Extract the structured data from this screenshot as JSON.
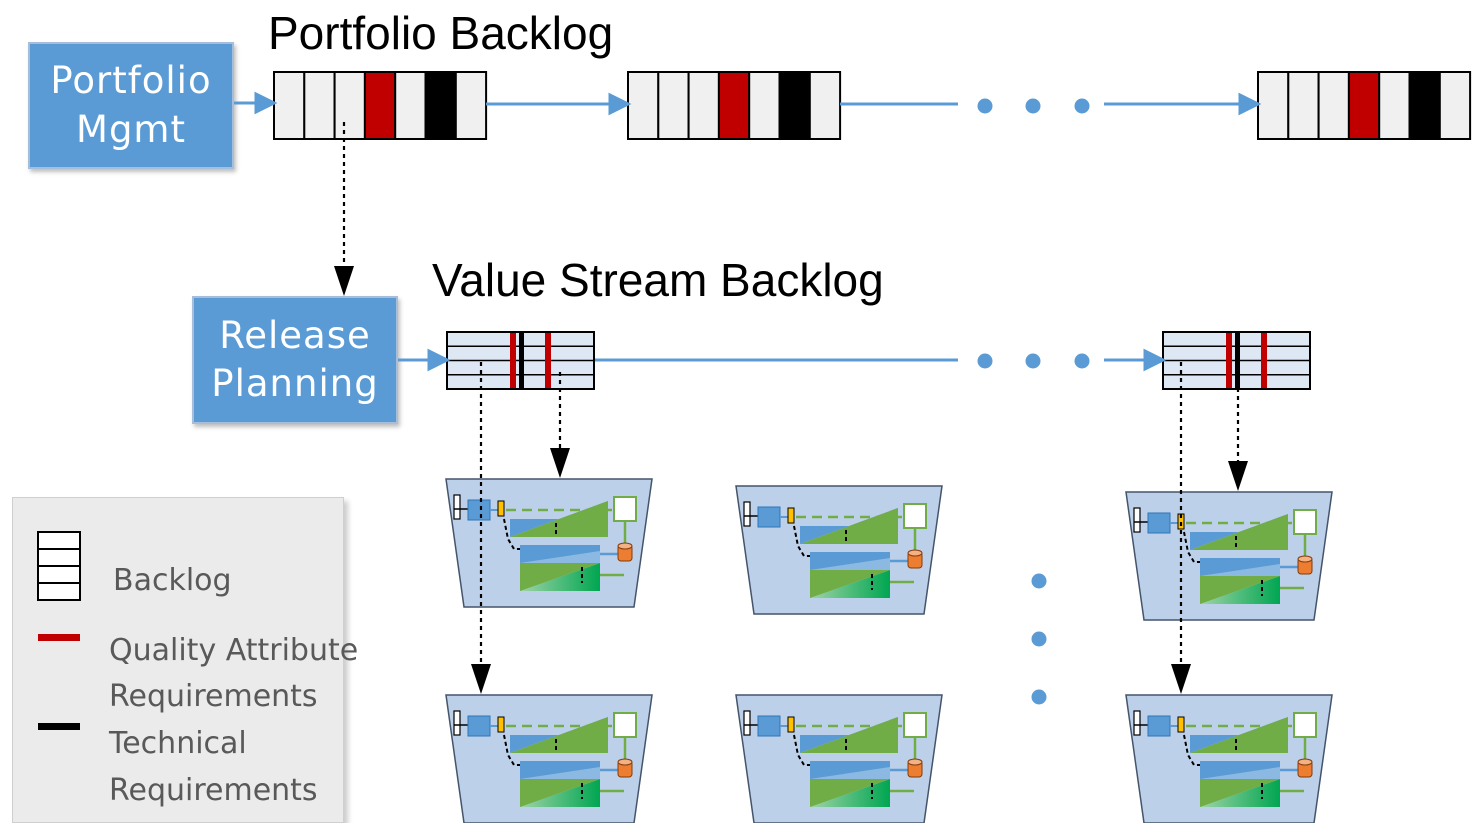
{
  "titles": {
    "portfolio_backlog": "Portfolio Backlog",
    "value_stream_backlog": "Value Stream Backlog"
  },
  "boxes": {
    "portfolio_mgmt": [
      "Portfolio",
      "Mgmt"
    ],
    "release_planning": [
      "Release",
      "Planning"
    ]
  },
  "legend": {
    "backlog": "Backlog",
    "quality_line1": "Quality Attribute",
    "quality_line2": "Requirements",
    "technical_line1": "Technical",
    "technical_line2": "Requirements"
  },
  "colors": {
    "box_blue": "#5b9bd5",
    "arrow_blue": "#5b9bd5",
    "quality_red": "#c00000",
    "technical_black": "#000000",
    "cell_fill": "#f0f0f0",
    "team_bg": "#bdd0e9",
    "team_green": "#70ad47"
  },
  "icons": {
    "team": "program-team-icon",
    "ellipsis": "ellipsis-dots-icon"
  }
}
